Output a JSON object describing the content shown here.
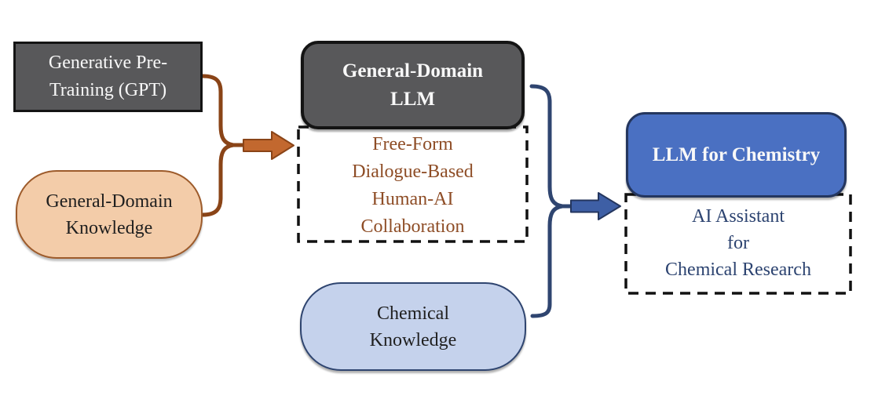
{
  "colors": {
    "dark-gray-fill": "#58585a",
    "box-border-black": "#141414",
    "white-text": "#f8f8f8",
    "black-text": "#1f1f1f",
    "peach-fill": "#f3cca9",
    "peach-border": "#9d5b2b",
    "brown-connector": "#8a4417",
    "orange-arrow-fill": "#c2682f",
    "brown-text": "#8e4d26",
    "light-blue-fill": "#c5d2ec",
    "blue-fill": "#4a70c2",
    "navy-border": "#24365e",
    "navy-connector": "#2f4570",
    "blue-arrow-fill": "#3e5fa5",
    "navy-text": "#2c4370",
    "dashed-border": "#111111"
  },
  "nodes": {
    "gpt": {
      "lines": [
        "Generative Pre-",
        "Training (GPT)"
      ]
    },
    "general_knowledge": {
      "lines": [
        "General-Domain",
        "Knowledge"
      ]
    },
    "general_llm": {
      "lines": [
        "General-Domain",
        "LLM"
      ]
    },
    "collab_note": {
      "lines": [
        "Free-Form",
        "Dialogue-Based",
        "Human-AI",
        "Collaboration"
      ]
    },
    "chemical_knowledge": {
      "lines": [
        "Chemical",
        "Knowledge"
      ]
    },
    "llm_chemistry": {
      "label": "LLM for Chemistry"
    },
    "assistant_note": {
      "lines": [
        "AI Assistant",
        "for",
        "Chemical Research"
      ]
    }
  }
}
